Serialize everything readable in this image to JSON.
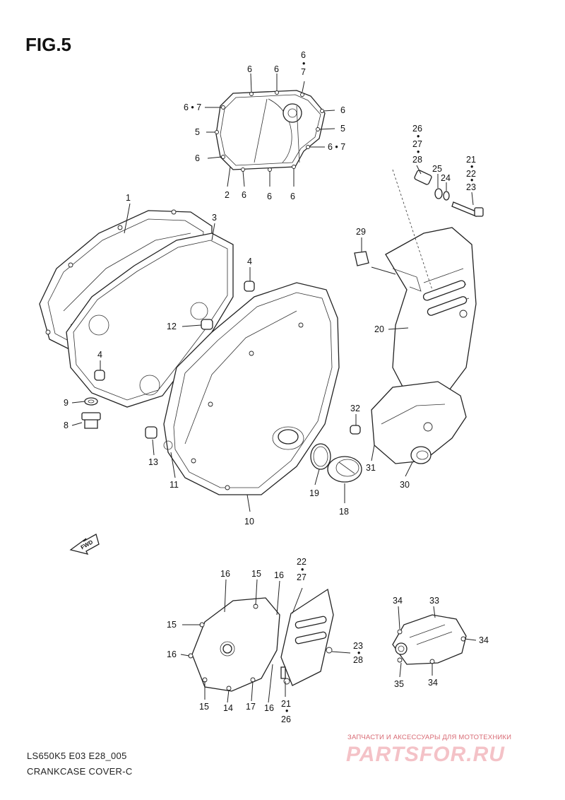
{
  "figure": {
    "title": "FIG.5",
    "model_code": "LS650K5 E03 E28_005",
    "section_title": "CRANKCASE COVER-C"
  },
  "fwd_label": "FWD",
  "watermark": {
    "tagline": "ЗАПЧАСТИ И АКСЕССУАРЫ ДЛЯ МОТОТЕХНИКИ",
    "brand": "PARTSFOR.RU"
  },
  "callouts": {
    "c_top_6a": "6",
    "c_top_6b": "6",
    "c_top_6_7_stack": [
      "6",
      "•",
      "7"
    ],
    "c_top_67_left": "6 • 7",
    "c_top_6_right": "6",
    "c_top_5_left": "5",
    "c_top_5_right": "5",
    "c_top_6_leftlow": "6",
    "c_top_67_right": "6 • 7",
    "c_top_2": "2",
    "c_top_6c": "6",
    "c_top_6d": "6",
    "c_top_6e": "6",
    "c_262728": [
      "26",
      "•",
      "27",
      "•",
      "28"
    ],
    "c_25": "25",
    "c_24": "24",
    "c_212223": [
      "21",
      "•",
      "22",
      "•",
      "23"
    ],
    "c_1": "1",
    "c_3": "3",
    "c_29": "29",
    "c_4a": "4",
    "c_4b": "4",
    "c_12": "12",
    "c_20": "20",
    "c_9": "9",
    "c_8": "8",
    "c_32": "32",
    "c_13": "13",
    "c_11": "11",
    "c_31": "31",
    "c_30": "30",
    "c_19": "19",
    "c_18": "18",
    "c_10": "10",
    "c_2227": [
      "22",
      "•",
      "27"
    ],
    "c_16a": "16",
    "c_15a": "15",
    "c_16b": "16",
    "c_15b": "15",
    "c_16c": "16",
    "c_2328": [
      "23",
      "•",
      "28"
    ],
    "c_15c": "15",
    "c_14": "14",
    "c_17": "17",
    "c_16d": "16",
    "c_2126": [
      "21",
      "•",
      "26"
    ],
    "c_34a": "34",
    "c_33": "33",
    "c_34b": "34",
    "c_35": "35",
    "c_34c": "34"
  }
}
